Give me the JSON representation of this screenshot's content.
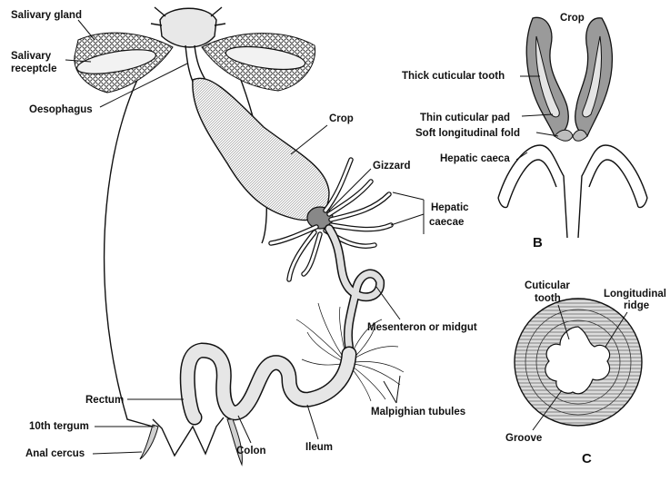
{
  "labels": {
    "salivary_gland": "Salivary gland",
    "salivary_receptacle_1": "Salivary",
    "salivary_receptacle_2": "receptcle",
    "oesophagus": "Oesophagus",
    "crop_a": "Crop",
    "gizzard": "Gizzard",
    "hepatic_caecae_1": "Hepatic",
    "hepatic_caecae_2": "caecae",
    "mesenteron": "Mesenteron or midgut",
    "malpighian": "Malpighian tubules",
    "ileum": "Ileum",
    "colon": "Colon",
    "rectum": "Rectum",
    "tergum": "10th tergum",
    "anal_cercus": "Anal cercus",
    "crop_b": "Crop",
    "thick_tooth": "Thick cuticular tooth",
    "thin_pad": "Thin cuticular pad",
    "soft_fold": "Soft longitudinal fold",
    "hepatic_caeca": "Hepatic caeca",
    "cuticular_tooth_1": "Cuticular",
    "cuticular_tooth_2": "tooth",
    "longitudinal_ridge_1": "Longitudinal",
    "longitudinal_ridge_2": "ridge",
    "groove": "Groove"
  },
  "panels": {
    "b": "B",
    "c": "C"
  },
  "colors": {
    "ink": "#111111",
    "shade": "#9a9a9a",
    "light": "#e4e4e4"
  }
}
